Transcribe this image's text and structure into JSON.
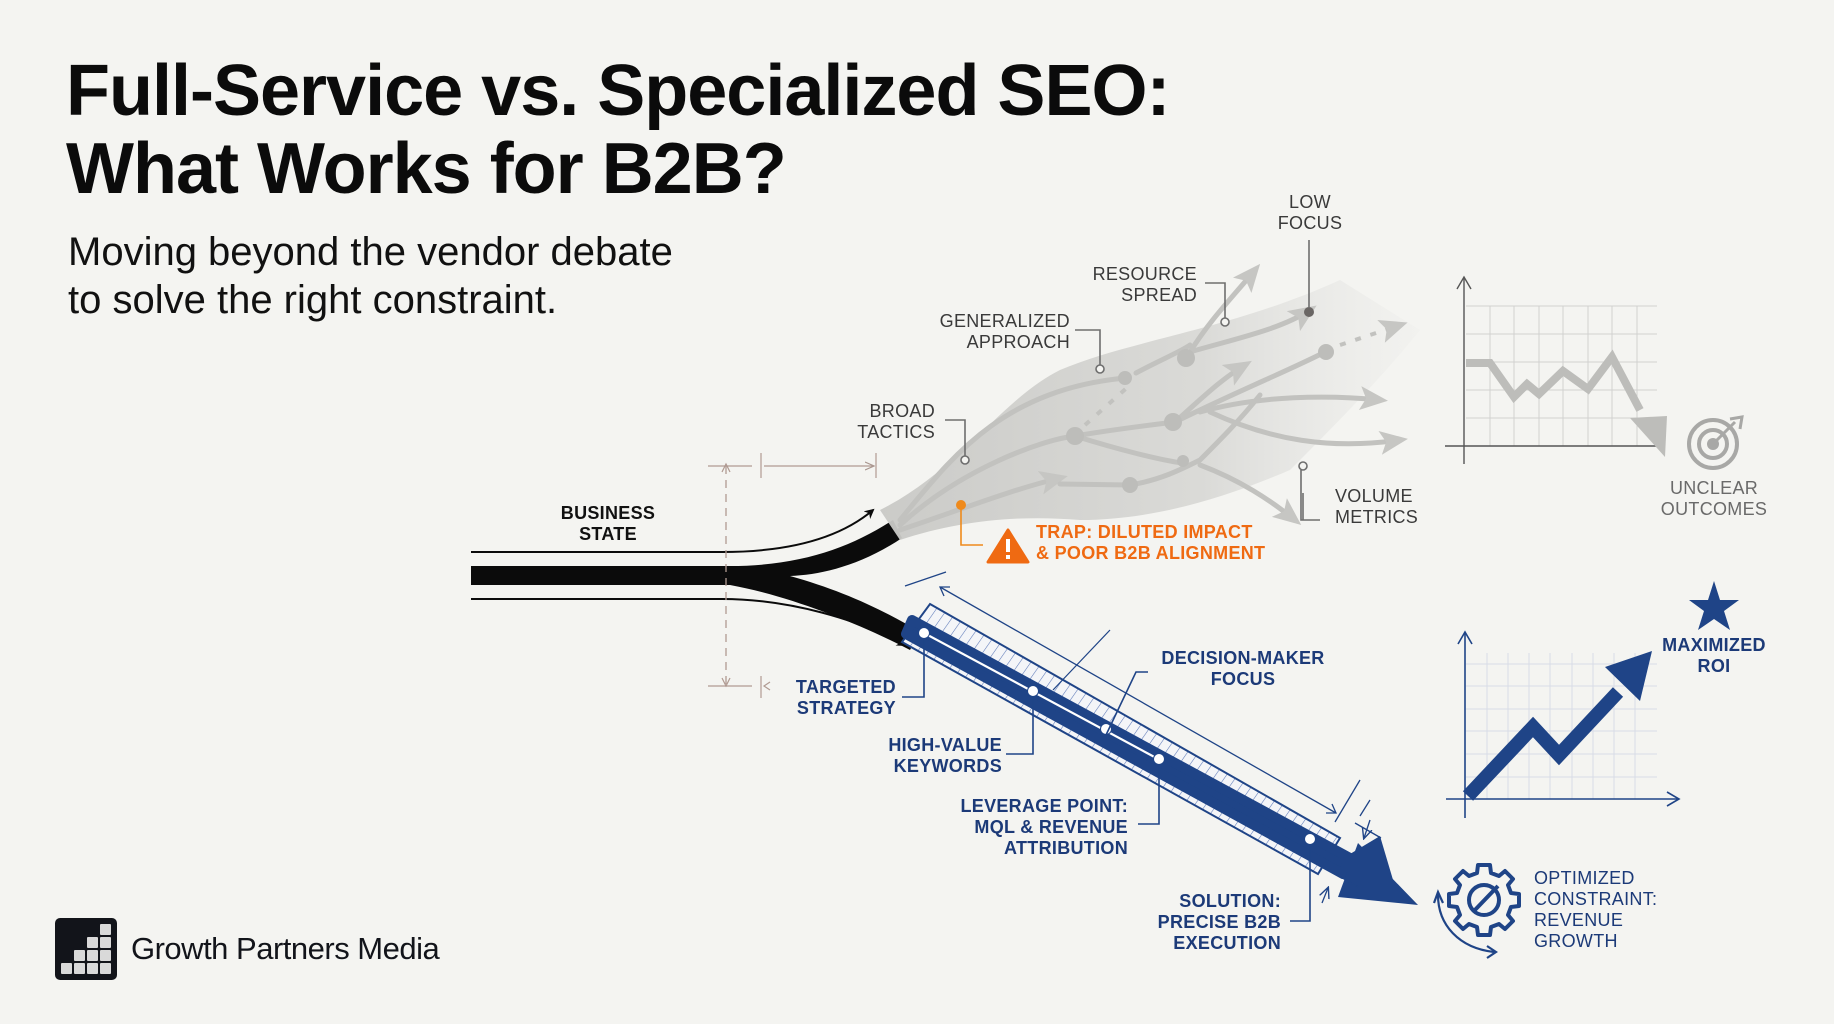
{
  "header": {
    "title_line1": "Full-Service vs. Specialized SEO:",
    "title_line2": "What Works for B2B?",
    "subtitle_line1": "Moving beyond the vendor debate",
    "subtitle_line2": "to solve the right constraint."
  },
  "origin": {
    "label_line1": "BUSINESS",
    "label_line2": "STATE"
  },
  "full_service_path": {
    "labels": {
      "broad_tactics": [
        "BROAD",
        "TACTICS"
      ],
      "generalized_approach": [
        "GENERALIZED",
        "APPROACH"
      ],
      "resource_spread": [
        "RESOURCE",
        "SPREAD"
      ],
      "low_focus": [
        "LOW",
        "FOCUS"
      ],
      "volume_metrics": [
        "VOLUME",
        "METRICS"
      ]
    },
    "trap": {
      "icon": "warning-icon",
      "line1": "TRAP: DILUTED IMPACT",
      "line2": "& POOR B2B ALIGNMENT"
    },
    "outcome": {
      "icon": "target-icon",
      "line1": "UNCLEAR",
      "line2": "OUTCOMES"
    }
  },
  "specialized_path": {
    "labels": {
      "targeted_strategy": [
        "TARGETED",
        "STRATEGY"
      ],
      "high_value_keywords": [
        "HIGH-VALUE",
        "KEYWORDS"
      ],
      "decision_maker_focus": [
        "DECISION-MAKER",
        "FOCUS"
      ],
      "leverage_point": [
        "LEVERAGE POINT:",
        "MQL & REVENUE",
        "ATTRIBUTION"
      ],
      "solution": [
        "SOLUTION:",
        "PRECISE B2B",
        "EXECUTION"
      ]
    },
    "roi": {
      "icon": "star-icon",
      "line1": "MAXIMIZED",
      "line2": "ROI"
    },
    "outcome": {
      "icon": "gear-icon",
      "line1": "OPTIMIZED",
      "line2": "CONSTRAINT:",
      "line3": "REVENUE",
      "line4": "GROWTH"
    }
  },
  "brand": {
    "name": "Growth Partners Media",
    "icon": "bar-steps-logo-icon"
  },
  "colors": {
    "background": "#f4f4f1",
    "ink": "#0b0b0b",
    "gray_path": "#b9b9b6",
    "blue_path": "#1f4487",
    "trap_orange": "#ef6a12"
  }
}
